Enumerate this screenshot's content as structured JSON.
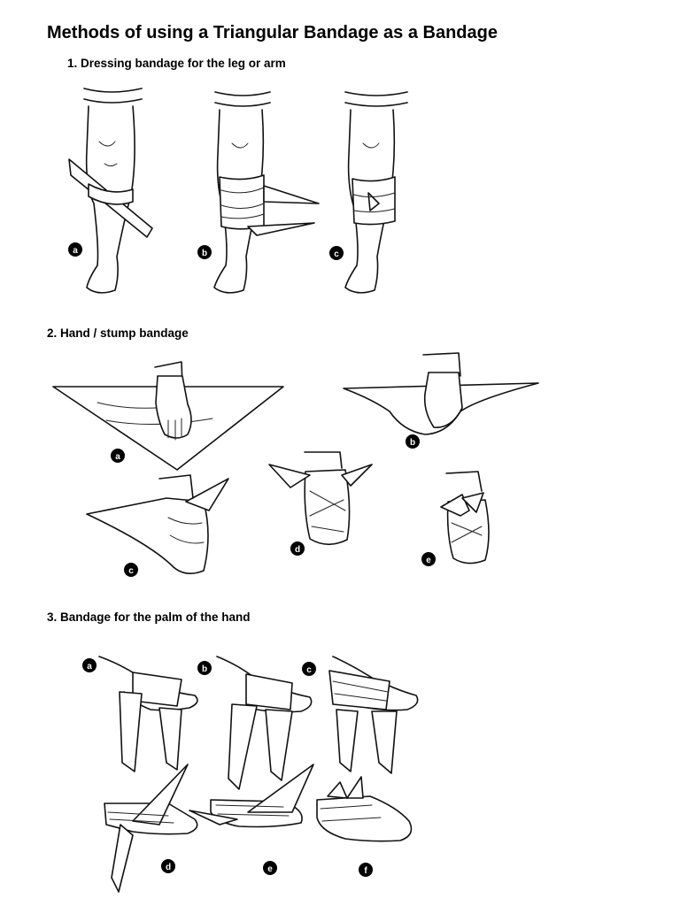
{
  "document": {
    "title": "Methods of using a Triangular Bandage as a Bandage",
    "sections": [
      {
        "title": "1.  Dressing bandage for the leg or arm",
        "steps": [
          "a",
          "b",
          "c"
        ]
      },
      {
        "title": "2. Hand / stump bandage",
        "steps": [
          "a",
          "b",
          "c",
          "d",
          "e"
        ]
      },
      {
        "title": "3. Bandage for the palm of the hand",
        "steps": [
          "a",
          "b",
          "c",
          "d",
          "e",
          "f"
        ]
      }
    ]
  }
}
